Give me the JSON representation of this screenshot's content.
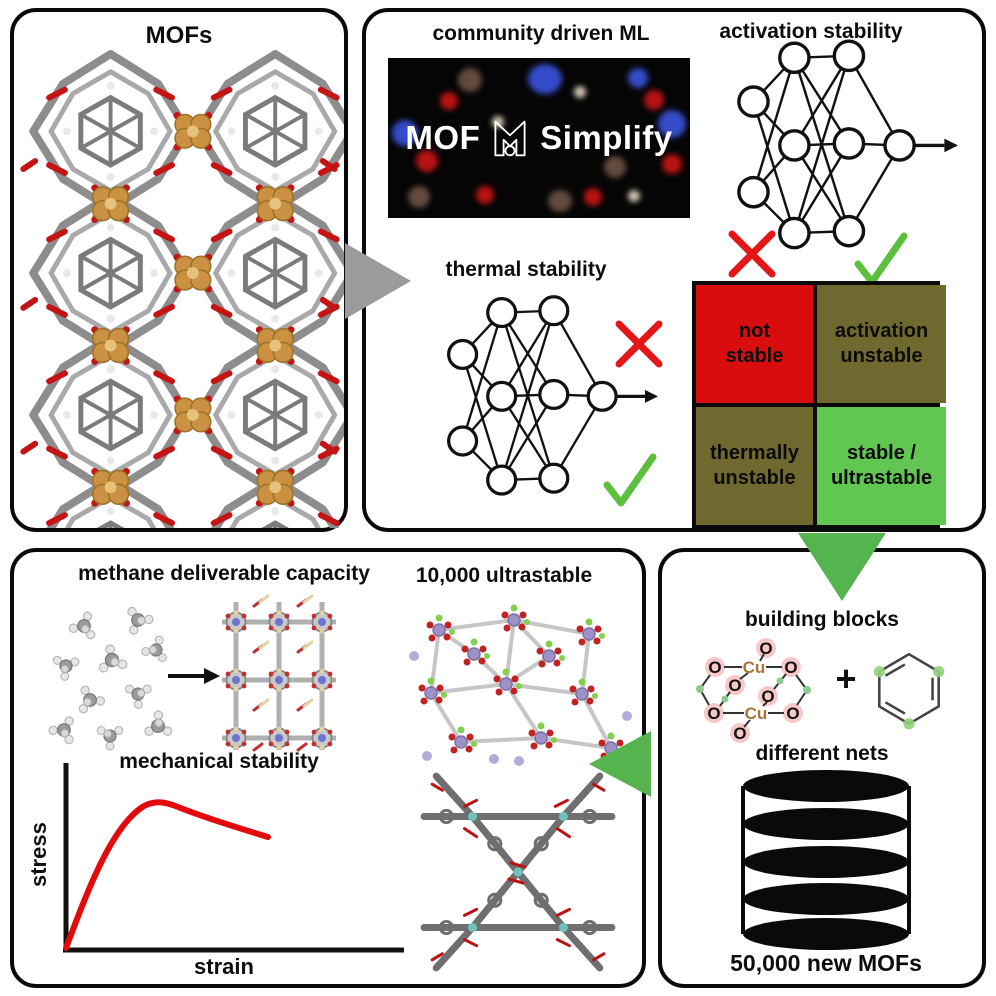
{
  "panel_mofs": {
    "title": "MOFs"
  },
  "panel_ml": {
    "title": "community driven ML",
    "banner": {
      "word_left": "MOF",
      "word_right": "Simplify"
    },
    "activation_title": "activation stability",
    "thermal_title": "thermal stability",
    "matrix": {
      "top_left": "not stable",
      "top_right": "activation unstable",
      "bottom_left": "thermally unstable",
      "bottom_right": "stable / ultrastable"
    }
  },
  "panel_screening": {
    "methane_title": "methane deliverable capacity",
    "ultrastable_title": "10,000 ultrastable",
    "mechanical_title": "mechanical stability",
    "stress_label": "stress",
    "strain_label": "strain"
  },
  "panel_generation": {
    "title": "building blocks",
    "copper_symbol": "Cu",
    "oxygen_symbol": "O",
    "plus_sign": "+",
    "nets_title": "different nets",
    "count_label": "50,000 new MOFs"
  },
  "colors": {
    "matrix_red": "#d90d0d",
    "matrix_olive": "#6f682f",
    "matrix_green": "#62c653",
    "flow_arrow_green": "#56b44e",
    "flow_arrow_gray": "#9b9b9b",
    "cross_red": "#e31717",
    "check_green": "#5dbf3e",
    "curve_red": "#e20a0a",
    "metal_gold": "#c99141",
    "copper_text": "#a5763b"
  },
  "chart_data": {
    "type": "line",
    "title": "mechanical stability",
    "xlabel": "strain",
    "ylabel": "stress",
    "axis_ticks": "none",
    "series": [
      {
        "name": "stress-strain curve",
        "x": [
          0.0,
          0.05,
          0.1,
          0.15,
          0.2,
          0.25,
          0.35,
          0.45,
          0.55,
          0.6
        ],
        "y": [
          0.0,
          0.25,
          0.52,
          0.78,
          0.93,
          0.98,
          0.93,
          0.88,
          0.82,
          0.78
        ]
      }
    ]
  }
}
